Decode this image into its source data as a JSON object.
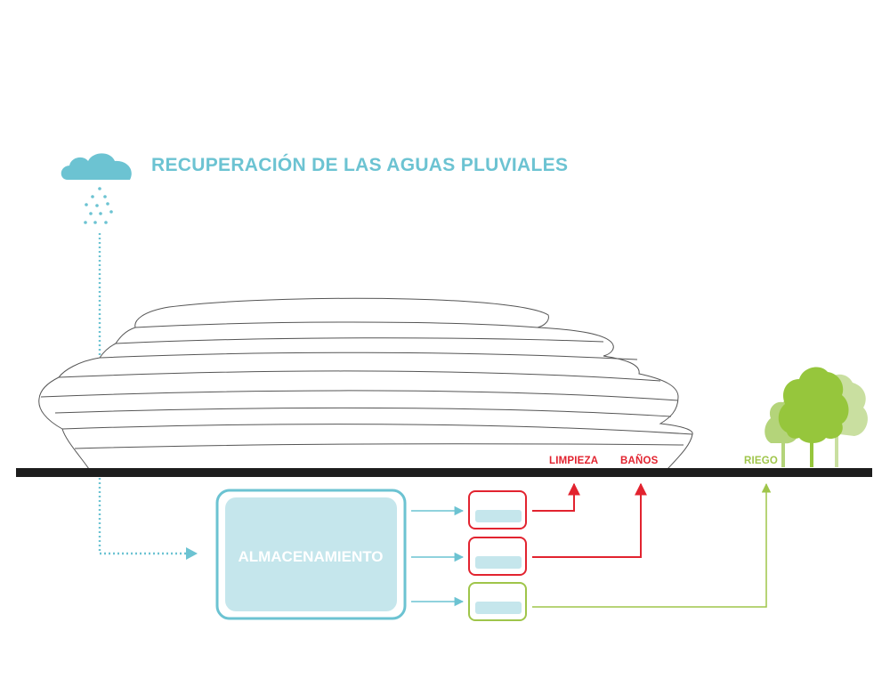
{
  "title": "RECUPERACIÓN DE LAS AGUAS PLUVIALES",
  "storage": "ALMACENAMIENTO",
  "uses": [
    {
      "label": "LIMPIEZA",
      "color": "#e2232f"
    },
    {
      "label": "BAÑOS",
      "color": "#e2232f"
    },
    {
      "label": "RIEGO",
      "color": "#9fc54a"
    }
  ],
  "colors": {
    "water": "#6cc3d2",
    "water_fill": "#c5e6ec",
    "ground": "#1d1d1d",
    "building_stroke": "#555555",
    "tree": "#96c63c",
    "tree_light": "#c9dfa0"
  },
  "icons": [
    "cloud-icon",
    "rain-drops-icon",
    "tree-icon"
  ]
}
